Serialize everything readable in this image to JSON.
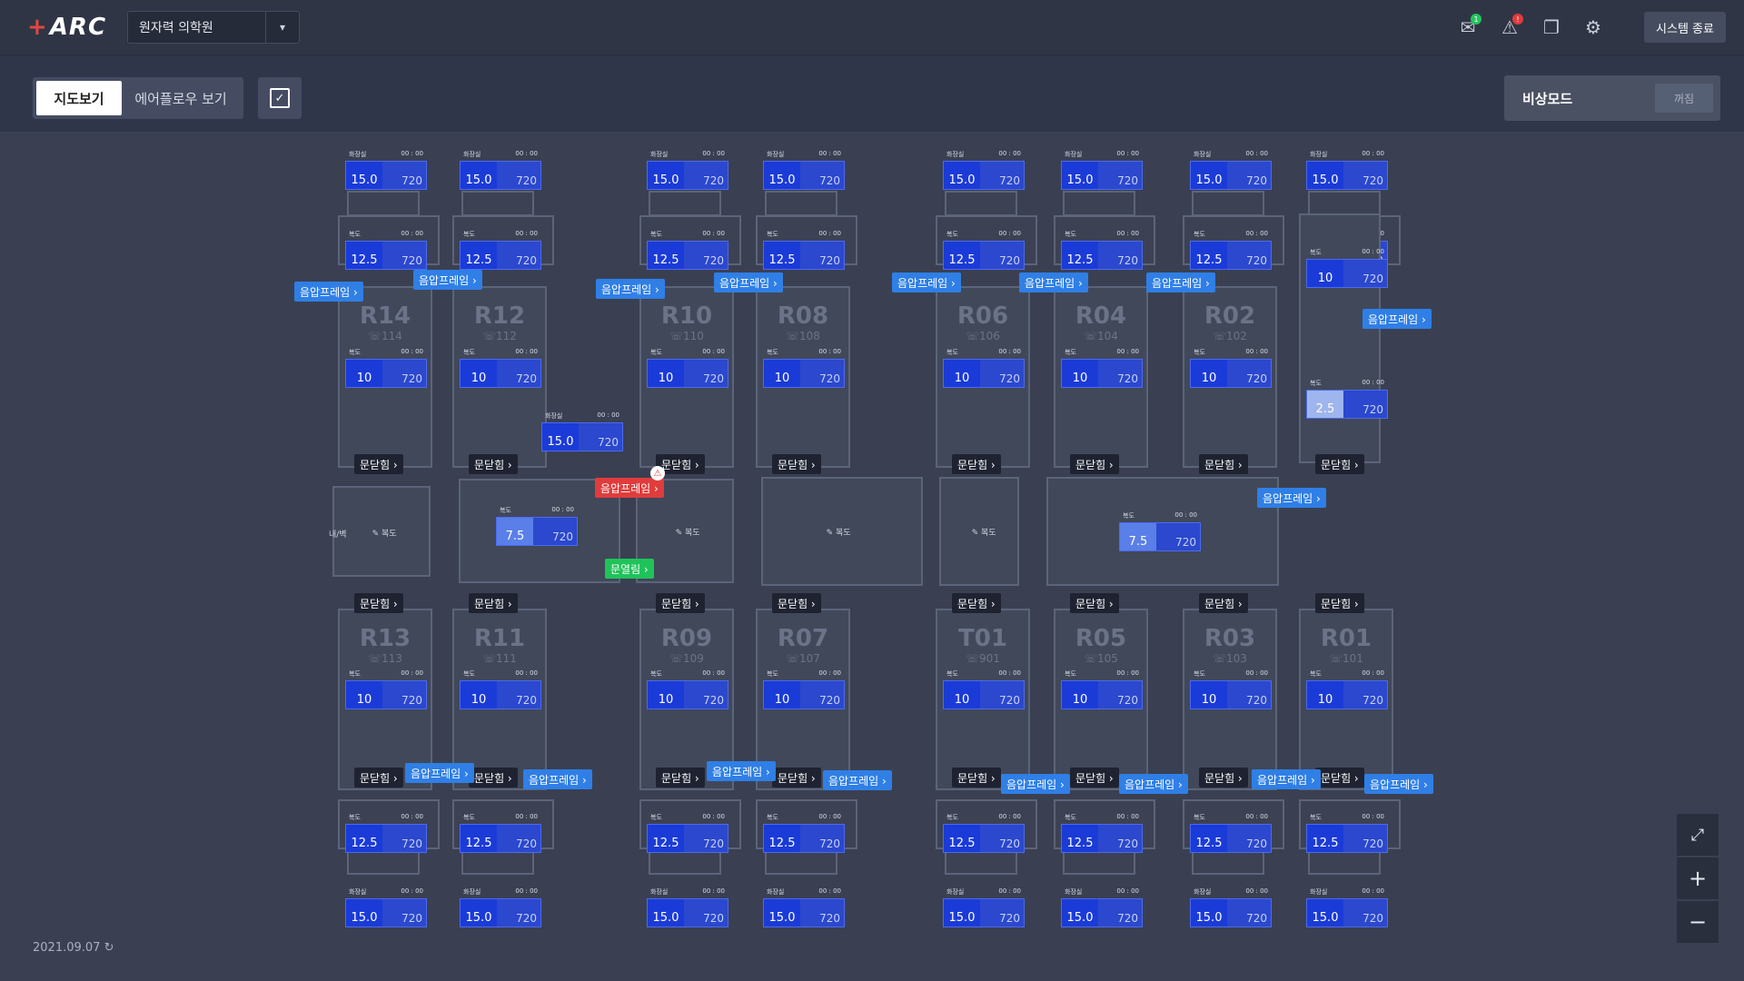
{
  "app": {
    "site": "원자력 의학원",
    "exit_label": "시스템 종료"
  },
  "view": {
    "map_label": "지도보기",
    "airflow_label": "에어플로우 보기"
  },
  "emergency": {
    "label": "비상모드",
    "state": "꺼짐"
  },
  "footer": {
    "date": "2021.09.07"
  },
  "icons": {
    "mail": "mail-icon",
    "alert": "warning-icon",
    "copy": "document-icon",
    "settings": "gear-icon"
  },
  "rooms": [
    {
      "id": "R14",
      "label": "R14",
      "sub": "☏114"
    },
    {
      "id": "R12",
      "label": "R12",
      "sub": "☏112"
    },
    {
      "id": "R10",
      "label": "R10",
      "sub": "☏110"
    },
    {
      "id": "R08",
      "label": "R08",
      "sub": "☏108"
    },
    {
      "id": "R06",
      "label": "R06",
      "sub": "☏106"
    },
    {
      "id": "R04",
      "label": "R04",
      "sub": "☏104"
    },
    {
      "id": "R02",
      "label": "R02",
      "sub": "☏102"
    },
    {
      "id": "R13",
      "label": "R13",
      "sub": "☏113"
    },
    {
      "id": "R11",
      "label": "R11",
      "sub": "☏111"
    },
    {
      "id": "R09",
      "label": "R09",
      "sub": "☏109"
    },
    {
      "id": "R07",
      "label": "R07",
      "sub": "☏107"
    },
    {
      "id": "T01",
      "label": "T01",
      "sub": "☏901"
    },
    {
      "id": "R05",
      "label": "R05",
      "sub": "☏105"
    },
    {
      "id": "R03",
      "label": "R03",
      "sub": "☏103"
    },
    {
      "id": "R01",
      "label": "R01",
      "sub": "☏101"
    }
  ],
  "cards": {
    "hd_room": "화장실",
    "hd_corr": "복도",
    "hd_time": "00 : 00",
    "v15": "15.0",
    "v125": "12.5",
    "v10": "10",
    "v75": "7.5",
    "v25": "2.5",
    "rpm": "720"
  },
  "tags": {
    "door": "문닫힘 ›",
    "press": "음압프레임 ›",
    "alarm": "음압프레임 ›",
    "open": "문열림 ›"
  },
  "corridor": "복도",
  "anteroom": "내/벽"
}
